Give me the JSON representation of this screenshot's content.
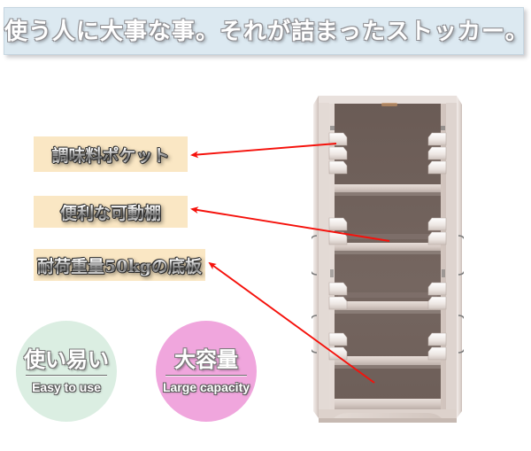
{
  "header": {
    "title": "使う人に大事な事。それが詰まったストッカー。",
    "background_color": "#dce9f1",
    "text_color": "#ffffff"
  },
  "callouts": [
    {
      "label": "調味料ポケット",
      "background_color": "#fae7c4"
    },
    {
      "label": "便利な可動棚",
      "background_color": "#fae7c4"
    },
    {
      "label": "耐荷重量50kgの底板",
      "background_color": "#fae7c4"
    }
  ],
  "arrows": {
    "color": "#f5110b",
    "count": 3,
    "description": "red leader lines pointing from the product photo to each callout label"
  },
  "feature_circles": [
    {
      "jp_label": "使い易い",
      "en_label": "Easy to use",
      "background_color": "#dbeee2"
    },
    {
      "jp_label": "大容量",
      "en_label": "Large capacity",
      "background_color": "#f0a6dd"
    }
  ],
  "product_photo": {
    "alt": "white wood storage stocker cabinet with doors open showing shelves and door pockets",
    "body_color": "#ddd2cc",
    "interior_color": "#6f6059"
  }
}
